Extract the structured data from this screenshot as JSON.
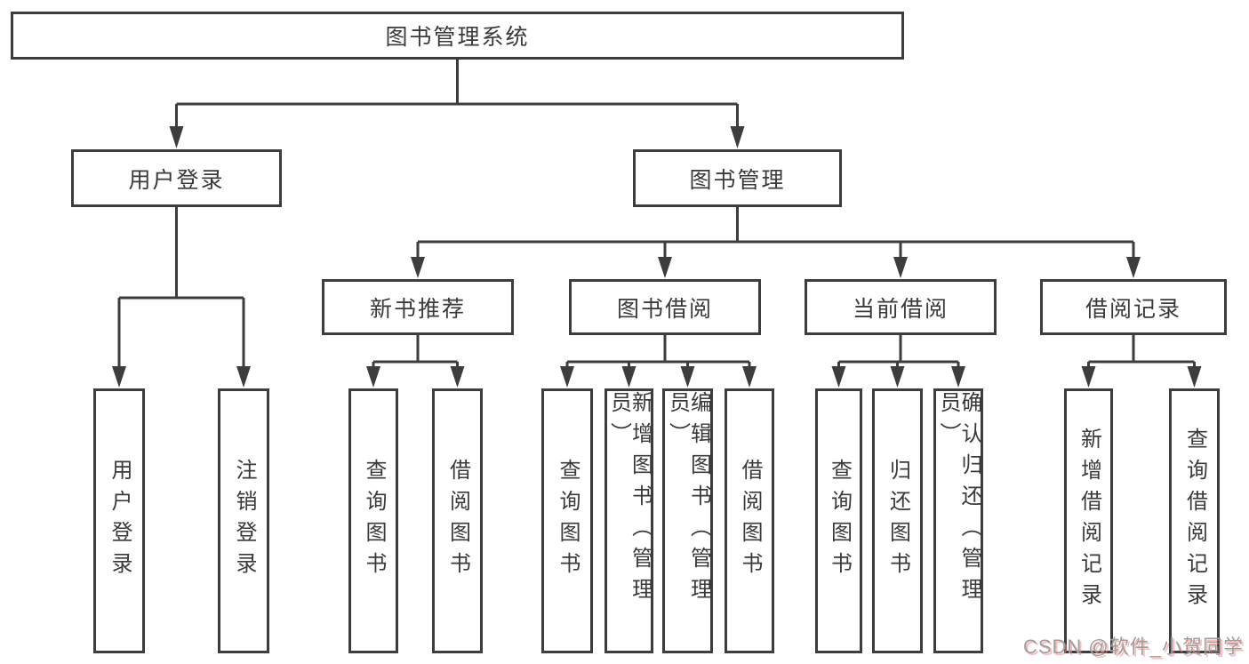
{
  "diagram": {
    "title": "图书管理系统",
    "root": {
      "label": "图书管理系统"
    },
    "level1": [
      {
        "label": "用户登录"
      },
      {
        "label": "图书管理"
      }
    ],
    "level2": [
      {
        "label": "新书推荐",
        "parent": "图书管理"
      },
      {
        "label": "图书借阅",
        "parent": "图书管理"
      },
      {
        "label": "当前借阅",
        "parent": "图书管理"
      },
      {
        "label": "借阅记录",
        "parent": "图书管理"
      }
    ],
    "leaves": [
      {
        "label": "用户登录",
        "parent": "用户登录"
      },
      {
        "label": "注销登录",
        "parent": "用户登录"
      },
      {
        "label": "查询图书",
        "parent": "新书推荐"
      },
      {
        "label": "借阅图书",
        "parent": "新书推荐"
      },
      {
        "label": "查询图书",
        "parent": "图书借阅"
      },
      {
        "label": "新增图书（管理员）",
        "parent": "图书借阅"
      },
      {
        "label": "编辑图书（管理员）",
        "parent": "图书借阅"
      },
      {
        "label": "借阅图书",
        "parent": "图书借阅"
      },
      {
        "label": "查询图书",
        "parent": "当前借阅"
      },
      {
        "label": "归还图书",
        "parent": "当前借阅"
      },
      {
        "label": "确认归还（管理员）",
        "parent": "当前借阅"
      },
      {
        "label": "新增借阅记录",
        "parent": "借阅记录"
      },
      {
        "label": "查询借阅记录",
        "parent": "借阅记录"
      }
    ]
  },
  "watermark": {
    "text": "CSDN @软件_小贺同学"
  },
  "colors": {
    "line": "#3d3d3d",
    "text": "#3a3a3a",
    "background": "#ffffff",
    "watermark": "#9e9e9e",
    "watermark_shadow": "#f78282"
  }
}
